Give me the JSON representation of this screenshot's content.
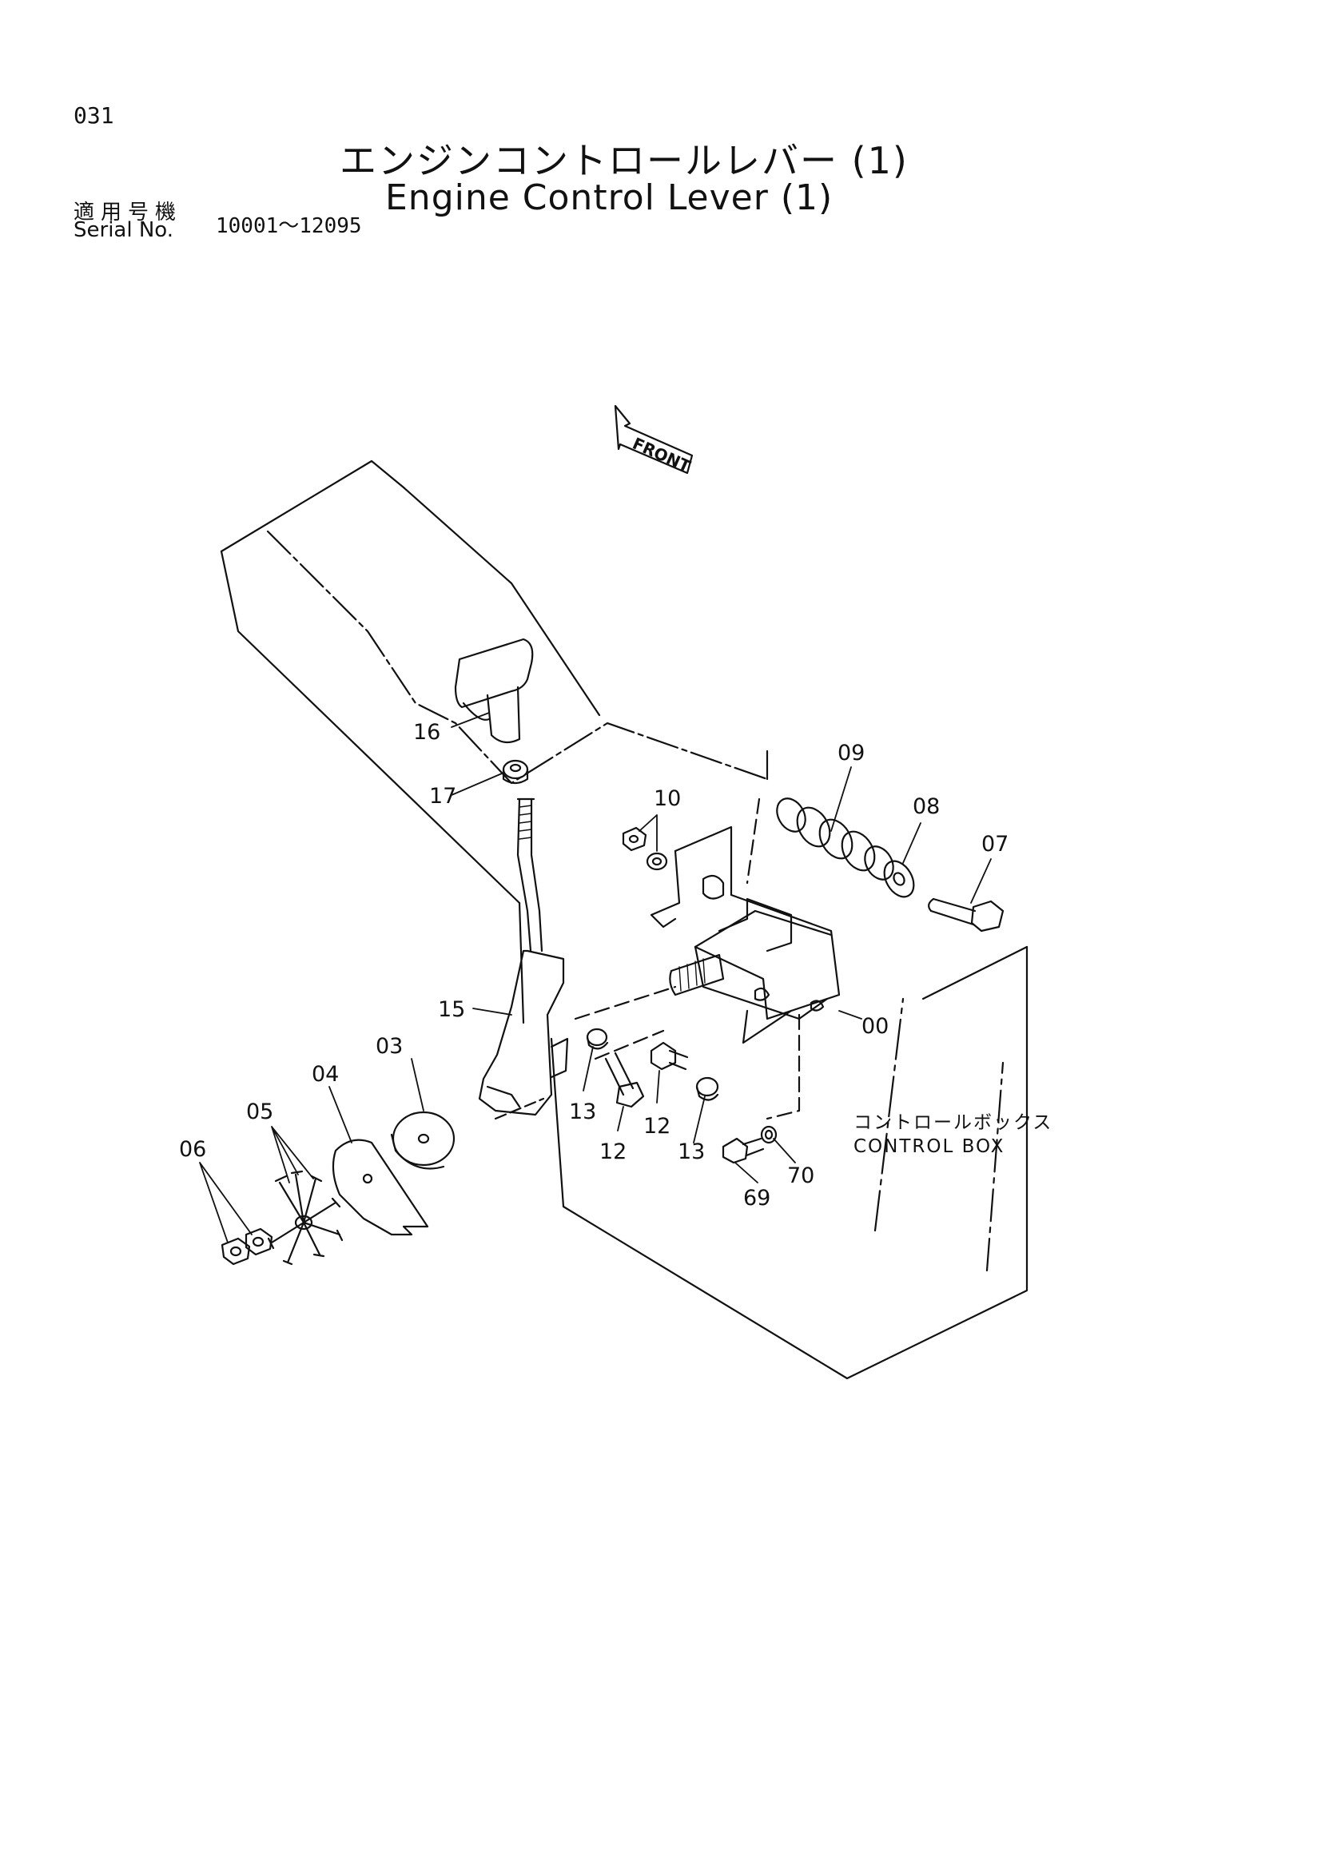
{
  "header": {
    "page_number": "031",
    "title_jp": "エンジンコントロールレバー (1)",
    "title_en": "Engine Control Lever (1)",
    "serial_label_jp": "適用号機",
    "serial_label_en": "Serial No.",
    "serial_range": "10001～12095"
  },
  "diagram": {
    "front_arrow_label": "FRONT",
    "control_box_label_jp": "コントロールボックス",
    "control_box_label_en": "CONTROL BOX",
    "callouts": {
      "c16": "16",
      "c17": "17",
      "c10": "10",
      "c09": "09",
      "c08": "08",
      "c07": "07",
      "c15": "15",
      "c00": "00",
      "c03": "03",
      "c04": "04",
      "c05": "05",
      "c06": "06",
      "c13a": "13",
      "c12a": "12",
      "c12b": "12",
      "c13b": "13",
      "c69": "69",
      "c70": "70"
    }
  }
}
